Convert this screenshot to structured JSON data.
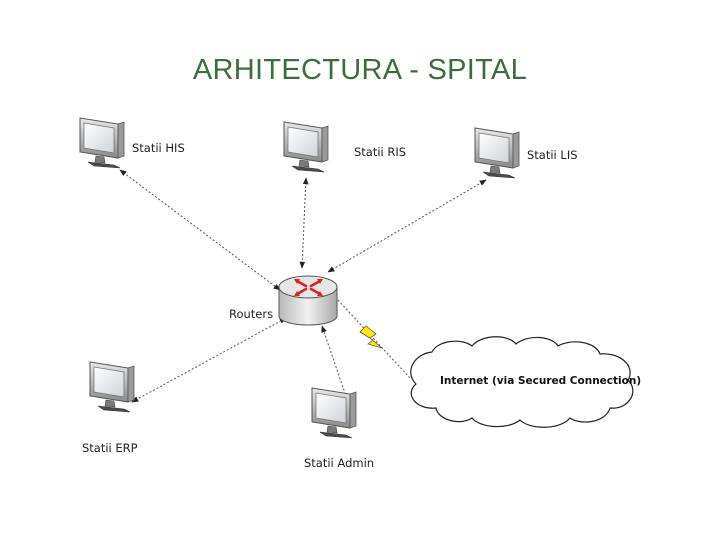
{
  "title": "ARHITECTURA - SPITAL",
  "nodes": {
    "his": {
      "label": "Statii HIS",
      "icon": "workstation-icon"
    },
    "ris": {
      "label": "Statii RIS",
      "icon": "workstation-icon"
    },
    "lis": {
      "label": "Statii LIS",
      "icon": "workstation-icon"
    },
    "erp": {
      "label": "Statii ERP",
      "icon": "workstation-icon"
    },
    "admin": {
      "label": "Statii Admin",
      "icon": "workstation-icon"
    },
    "router": {
      "label": "Routers",
      "icon": "router-icon"
    },
    "internet": {
      "label": "Internet (via Secured Connection)",
      "icon": "cloud-icon"
    }
  },
  "colors": {
    "title": "#3c6e3c",
    "router_arrows": "#e02020",
    "lightning": "#ffee00"
  }
}
